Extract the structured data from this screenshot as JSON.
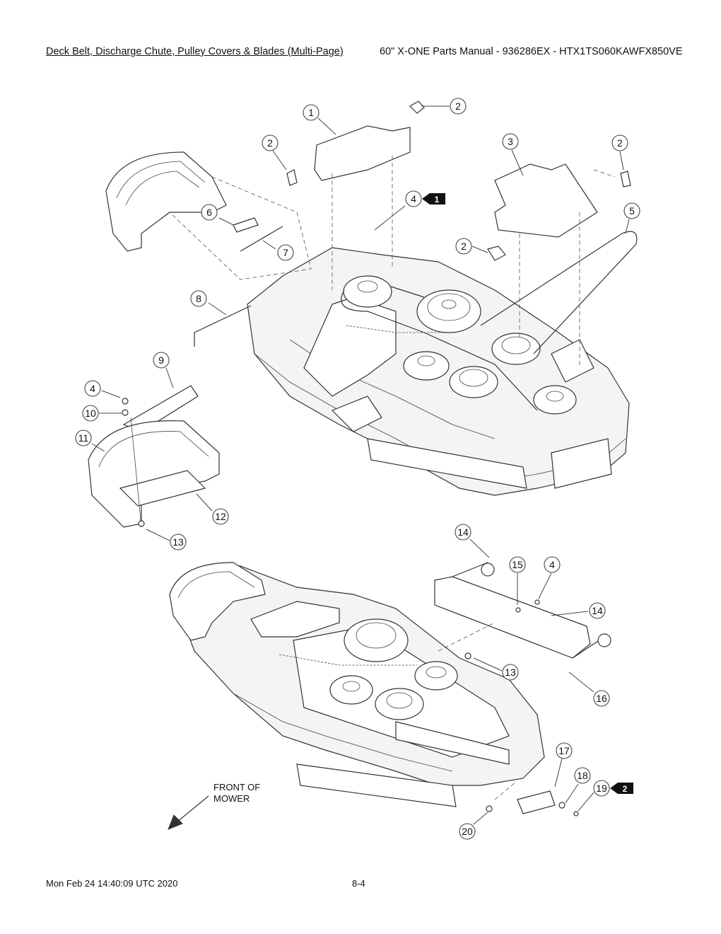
{
  "header": {
    "title": "Deck Belt, Discharge Chute, Pulley Covers & Blades (Multi-Page)",
    "manual": "60\" X-ONE Parts Manual - 936286EX - HTX1TS060KAWFX850VE"
  },
  "callouts": [
    "1",
    "2",
    "2",
    "2",
    "2",
    "3",
    "4",
    "5",
    "6",
    "7",
    "8",
    "9",
    "4",
    "10",
    "11",
    "12",
    "13",
    "14",
    "15",
    "4",
    "14",
    "13",
    "16",
    "17",
    "18",
    "19",
    "20"
  ],
  "flags": [
    "1",
    "2"
  ],
  "front_label": [
    "FRONT OF",
    "MOWER"
  ],
  "footer": {
    "timestamp": "Mon Feb 24 14:40:09 UTC 2020",
    "page": "8-4"
  }
}
